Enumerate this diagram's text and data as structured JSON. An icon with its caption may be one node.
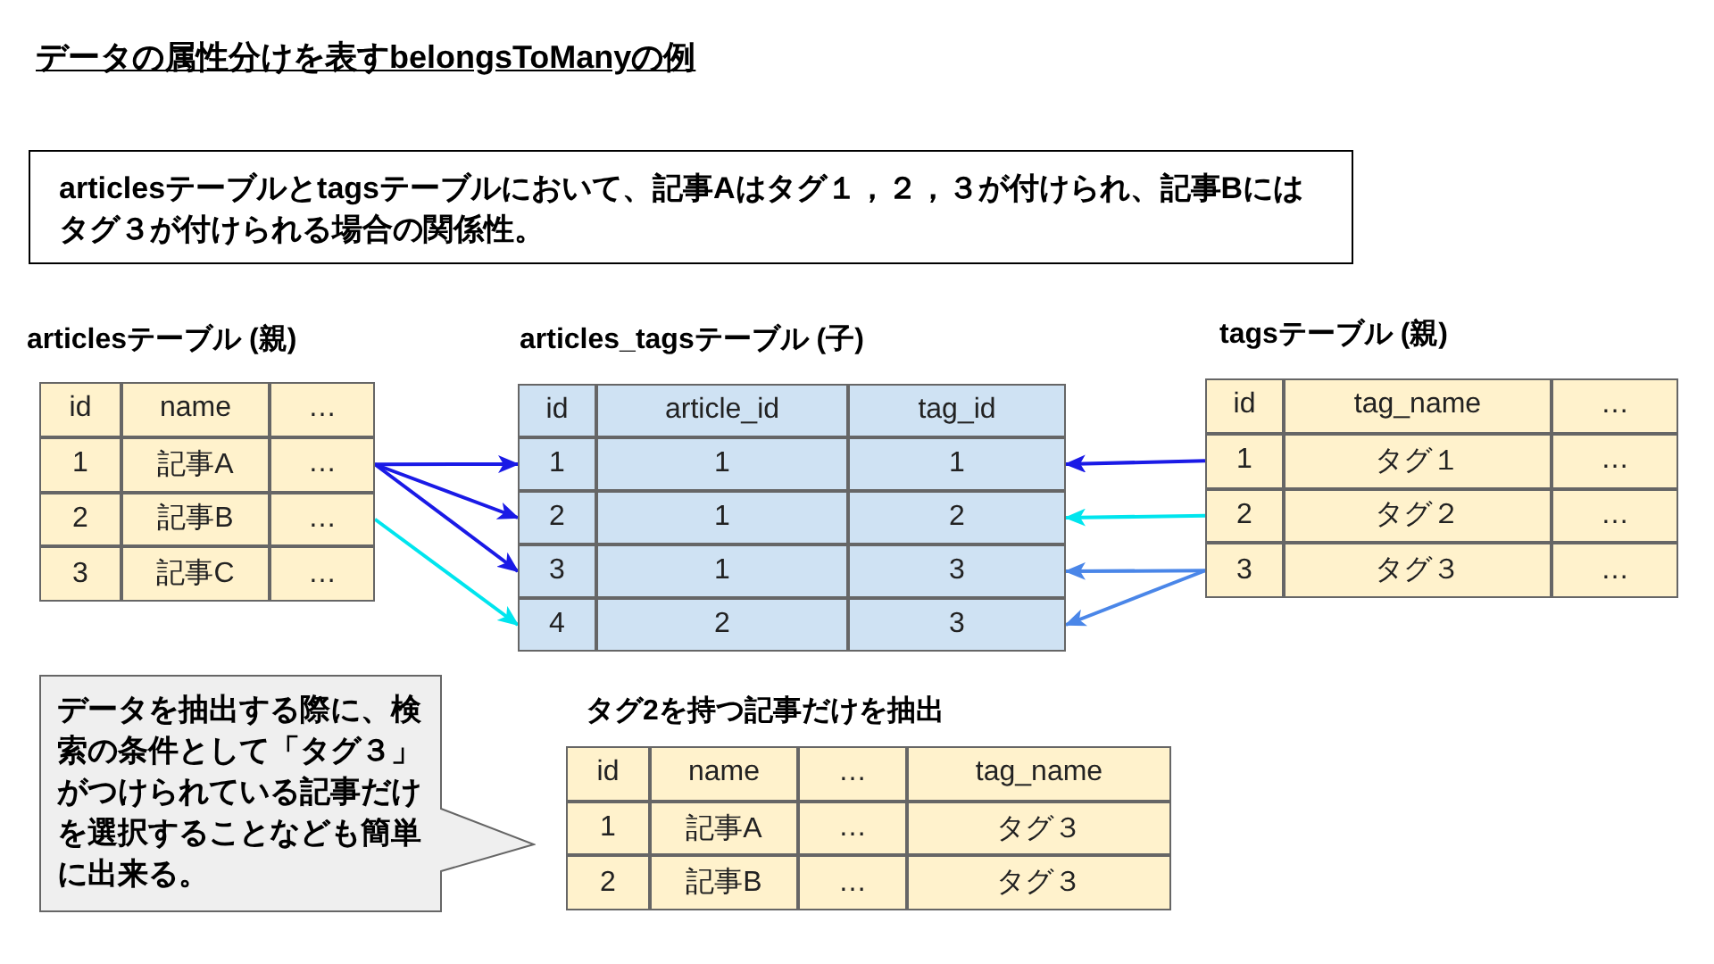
{
  "diagram": {
    "title": "データの属性分けを表すbelongsToManyの例",
    "nodes": [
      {
        "text": [
          "articlesテーブルとtagsテーブルにおいて、記事Aはタグ１，２，３が付けられ、記事Bにはタグ３が付けられる場合の関係性。"
        ]
      },
      {
        "text": [
          "articlesテーブル (親)"
        ]
      },
      {
        "text": [
          "id",
          "name",
          "…"
        ],
        "in": 1
      },
      {
        "text": [
          "1",
          "記事A",
          "…"
        ],
        "in": 1
      },
      {
        "text": [
          "2",
          "記事B",
          "…"
        ],
        "in": 1
      },
      {
        "text": [
          "3",
          "記事C",
          "…"
        ],
        "in": 1
      },
      {
        "text": [
          "articles_tagsテーブル (子)"
        ]
      },
      {
        "text": [
          "id",
          "article_id",
          "tag_id"
        ],
        "in": 6
      },
      {
        "text": [
          "1",
          "1",
          "1"
        ],
        "in": 6
      },
      {
        "text": [
          "2",
          "1",
          "2"
        ],
        "in": 6
      },
      {
        "text": [
          "3",
          "1",
          "3"
        ],
        "in": 6
      },
      {
        "text": [
          "4",
          "2",
          "3"
        ],
        "in": 6
      },
      {
        "text": [
          "tagsテーブル (親)"
        ]
      },
      {
        "text": [
          "id",
          "tag_name",
          "…"
        ],
        "in": 12
      },
      {
        "text": [
          "1",
          "タグ１",
          "…"
        ],
        "in": 12
      },
      {
        "text": [
          "2",
          "タグ２",
          "…"
        ],
        "in": 12
      },
      {
        "text": [
          "3",
          "タグ３",
          "…"
        ],
        "in": 12
      },
      {
        "text": [
          "データを抽出する際に、検索の条件として「タグ３」がつけられている記事だけを選択することなども簡単に出来る。"
        ]
      },
      {
        "text": [
          "タグ2を持つ記事だけを抽出"
        ]
      },
      {
        "text": [
          "id",
          "name",
          "…",
          "tag_name"
        ],
        "in": 18
      },
      {
        "text": [
          "1",
          "記事A",
          "…",
          "タグ３"
        ],
        "in": 18
      },
      {
        "text": [
          "2",
          "記事B",
          "…",
          "タグ３"
        ],
        "in": 18
      }
    ],
    "edges": [
      {
        "from": 3,
        "to": 8,
        "arrow": "to",
        "color": "#1a1ae6"
      },
      {
        "from": 3,
        "to": 9,
        "arrow": "to",
        "color": "#1a1ae6"
      },
      {
        "from": 3,
        "to": 10,
        "arrow": "to",
        "color": "#1a1ae6"
      },
      {
        "from": 4,
        "to": 11,
        "arrow": "to",
        "color": "#00e5ee"
      },
      {
        "from": 14,
        "to": 8,
        "arrow": "to",
        "color": "#1a1ae6"
      },
      {
        "from": 15,
        "to": 9,
        "arrow": "to",
        "color": "#00e5ee"
      },
      {
        "from": 16,
        "to": 10,
        "arrow": "to",
        "color": "#4a86e8"
      },
      {
        "from": 16,
        "to": 11,
        "arrow": "to",
        "color": "#4a86e8"
      }
    ]
  }
}
